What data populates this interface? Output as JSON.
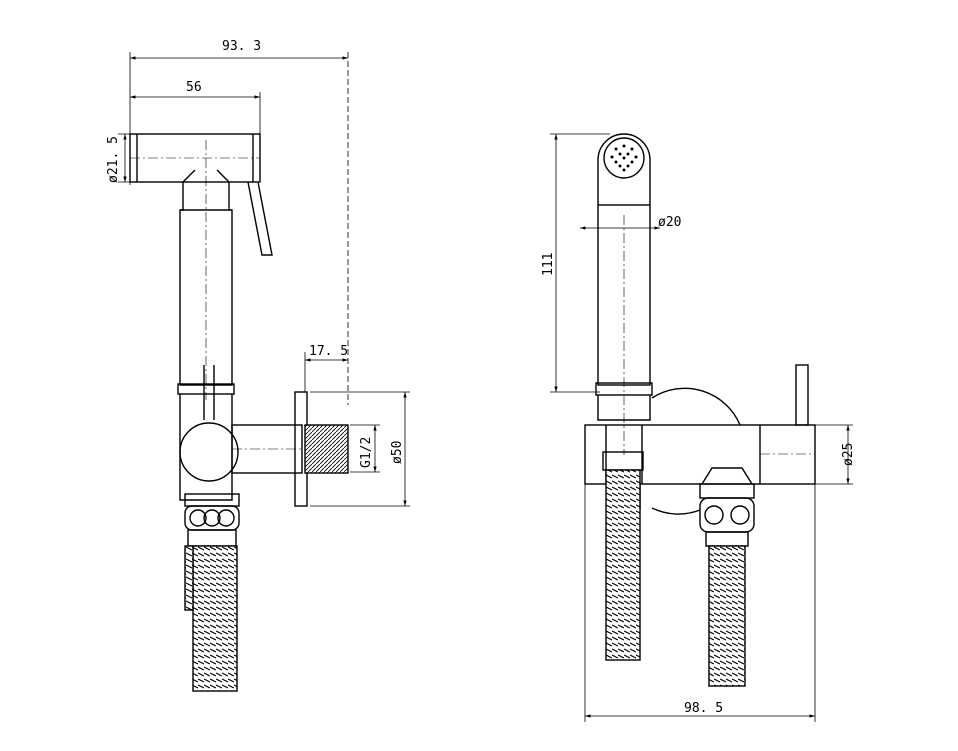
{
  "drawing": {
    "left_view": {
      "dim_total_width": "93. 3",
      "dim_head_length": "56",
      "dim_head_diameter": "ø21. 5",
      "dim_flange_depth": "17. 5",
      "dim_thread": "G1/2",
      "dim_flange_diameter": "ø50"
    },
    "right_view": {
      "dim_height": "111",
      "dim_handle_diameter": "ø20",
      "dim_body_diameter": "ø25",
      "dim_total_width": "98. 5"
    }
  },
  "colors": {
    "line": "#000000",
    "background": "#ffffff"
  }
}
